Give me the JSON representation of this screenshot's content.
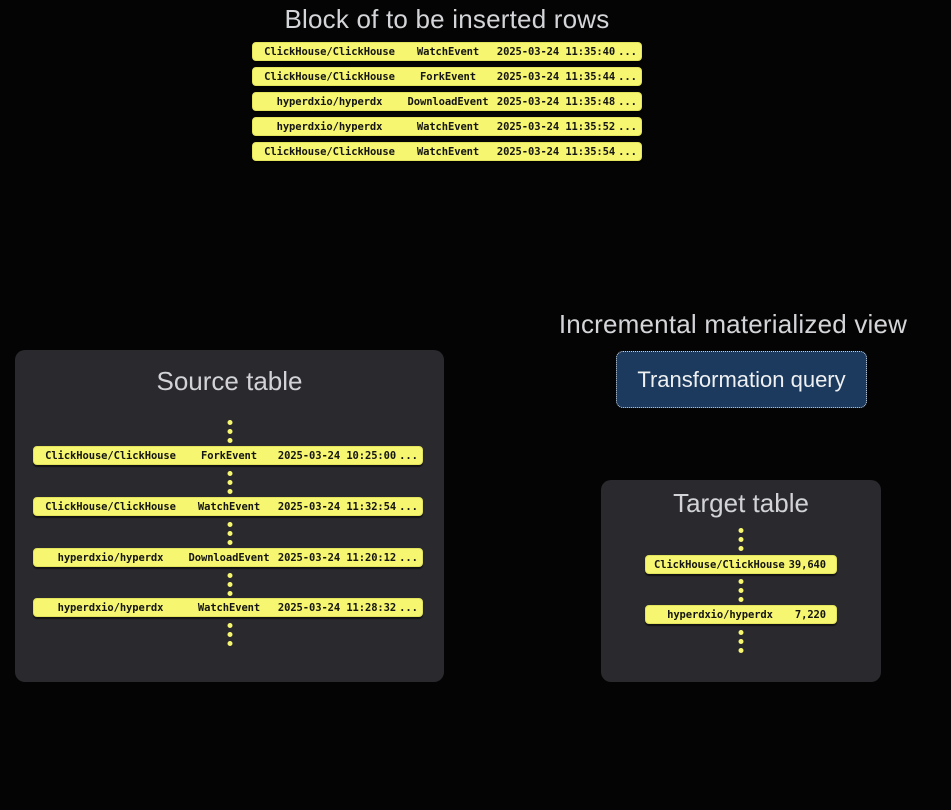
{
  "colors": {
    "background": "#040404",
    "row_yellow": "#f6f670",
    "panel_gray": "#2a2a2e",
    "title_gray": "#d2d3d6",
    "button_navy": "#1c3a5e",
    "row_text": "#141414"
  },
  "insert_block": {
    "title": "Block of to be inserted rows",
    "rows": [
      {
        "repo": "ClickHouse/ClickHouse",
        "event": "WatchEvent",
        "timestamp": "2025-03-24 11:35:40",
        "more": "..."
      },
      {
        "repo": "ClickHouse/ClickHouse",
        "event": "ForkEvent",
        "timestamp": "2025-03-24 11:35:44",
        "more": "..."
      },
      {
        "repo": "hyperdxio/hyperdx",
        "event": "DownloadEvent",
        "timestamp": "2025-03-24 11:35:48",
        "more": "..."
      },
      {
        "repo": "hyperdxio/hyperdx",
        "event": "WatchEvent",
        "timestamp": "2025-03-24 11:35:52",
        "more": "..."
      },
      {
        "repo": "ClickHouse/ClickHouse",
        "event": "WatchEvent",
        "timestamp": "2025-03-24 11:35:54",
        "more": "..."
      }
    ]
  },
  "source_table": {
    "title": "Source table",
    "rows": [
      {
        "repo": "ClickHouse/ClickHouse",
        "event": "ForkEvent",
        "timestamp": "2025-03-24 10:25:00",
        "more": "..."
      },
      {
        "repo": "ClickHouse/ClickHouse",
        "event": "WatchEvent",
        "timestamp": "2025-03-24 11:32:54",
        "more": "..."
      },
      {
        "repo": "hyperdxio/hyperdx",
        "event": "DownloadEvent",
        "timestamp": "2025-03-24 11:20:12",
        "more": "..."
      },
      {
        "repo": "hyperdxio/hyperdx",
        "event": "WatchEvent",
        "timestamp": "2025-03-24 11:28:32",
        "more": "..."
      }
    ]
  },
  "mv": {
    "title": "Incremental materialized view",
    "button_label": "Transformation query"
  },
  "target_table": {
    "title": "Target table",
    "rows": [
      {
        "repo": "ClickHouse/ClickHouse",
        "count": "39,640"
      },
      {
        "repo": "hyperdxio/hyperdx",
        "count": "7,220"
      }
    ]
  }
}
